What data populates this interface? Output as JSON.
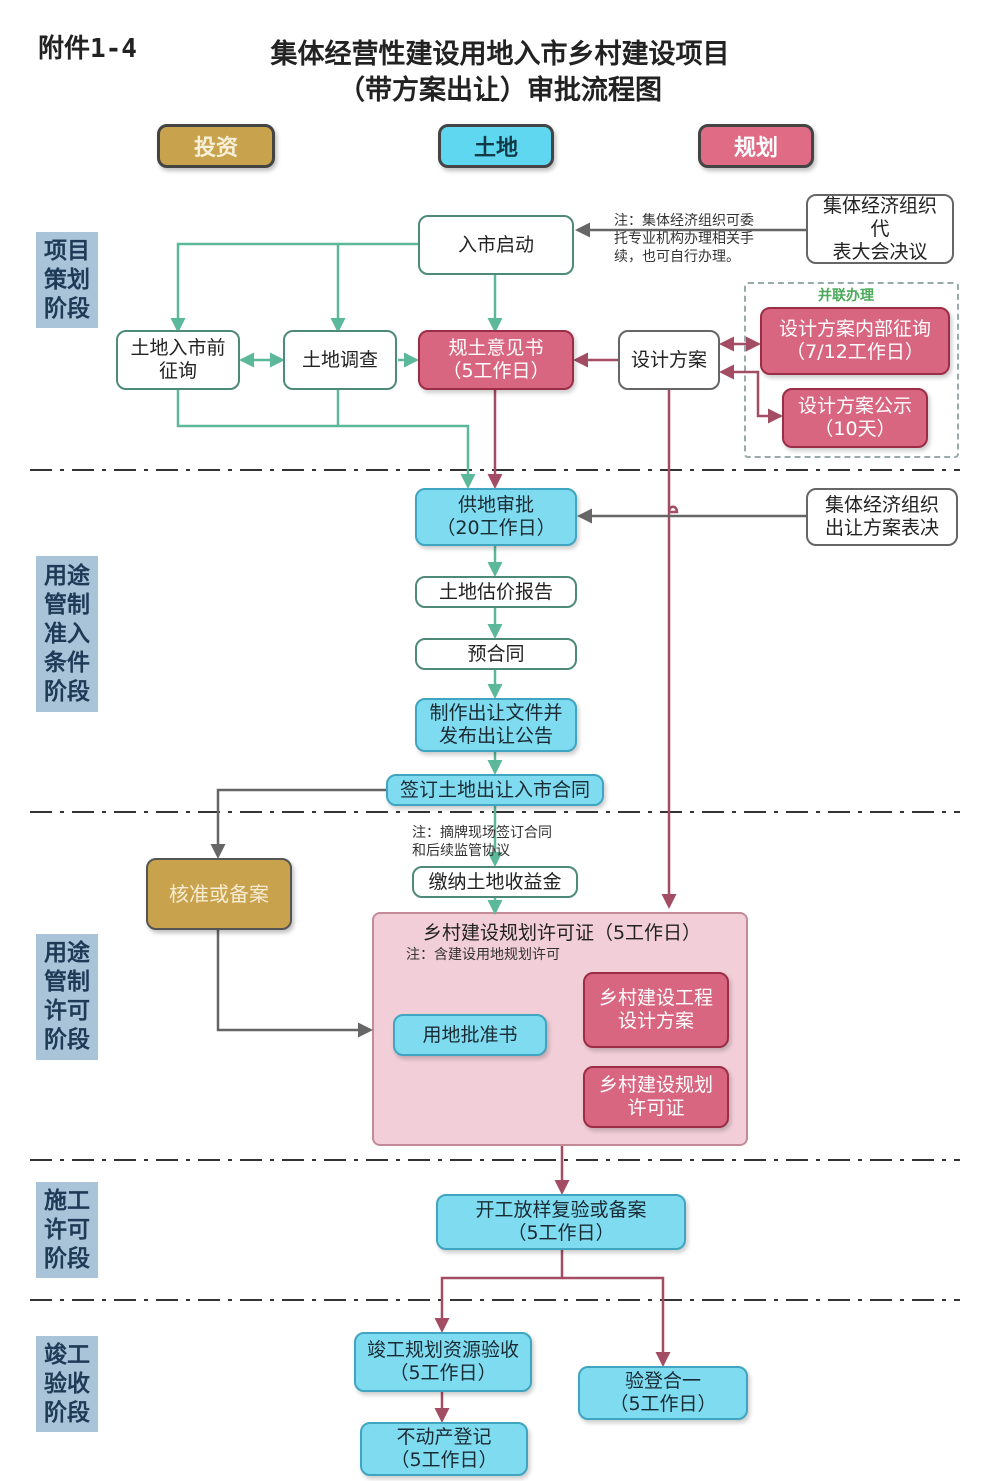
{
  "header": {
    "doc_id": "附件1-4",
    "title_line1": "集体经营性建设用地入市乡村建设项目",
    "title_line2": "（带方案出让）审批流程图"
  },
  "lanes": {
    "invest": "投资",
    "land": "土地",
    "plan": "规划"
  },
  "stages": {
    "s1": [
      "项目",
      "策划",
      "阶段"
    ],
    "s2": [
      "用途",
      "管制",
      "准入",
      "条件",
      "阶段"
    ],
    "s3": [
      "用途",
      "管制",
      "许可",
      "阶段"
    ],
    "s4": [
      "施工",
      "许可",
      "阶段"
    ],
    "s5": [
      "竣工",
      "验收",
      "阶段"
    ]
  },
  "nodes": {
    "start": "入市启动",
    "assembly": [
      "集体经济组织代",
      "表大会决议"
    ],
    "note_entrust": [
      "注：集体经济组织可委",
      "托专业机构办理相关手",
      "续，也可自行办理。"
    ],
    "consult": [
      "土地入市前",
      "征询"
    ],
    "survey": "土地调查",
    "opinion": [
      "规土意见书",
      "（5工作日）"
    ],
    "design": "设计方案",
    "parallel_label": "并联办理",
    "design_consult": [
      "设计方案内部征询",
      "（7/12工作日）"
    ],
    "design_publicity": [
      "设计方案公示",
      "（10天）"
    ],
    "supply": [
      "供地审批",
      "（20工作日）"
    ],
    "transfer_decision": [
      "集体经济组织",
      "出让方案表决"
    ],
    "valuation": "土地估价报告",
    "pre_contract": "预合同",
    "announce": [
      "制作出让文件并",
      "发布出让公告"
    ],
    "sign_contract": "签订土地出让入市合同",
    "note_sign": [
      "注：摘牌现场签订合同",
      "和后续监管协议"
    ],
    "pay": "缴纳土地收益金",
    "approve_record": "核准或备案",
    "permit_title": "乡村建设规划许可证（5工作日）",
    "permit_note": "注：含建设用地规划许可",
    "land_approval": "用地批准书",
    "rural_design": [
      "乡村建设工程",
      "设计方案"
    ],
    "rural_permit": [
      "乡村建设规划",
      "许可证"
    ],
    "start_work": [
      "开工放样复验或备案",
      "（5工作日）"
    ],
    "completion": [
      "竣工规划资源验收",
      "（5工作日）"
    ],
    "joint_check": [
      "验登合一",
      "（5工作日）"
    ],
    "registration": [
      "不动产登记",
      "（5工作日）"
    ]
  },
  "colors": {
    "green_arrow": "#5bb89a",
    "red_arrow": "#a24d63",
    "gray_arrow": "#666666",
    "lane_invest": "#c9a24e",
    "lane_land": "#5fd7f0",
    "lane_plan": "#df6b84",
    "stage_bg": "#a9c4d9"
  }
}
